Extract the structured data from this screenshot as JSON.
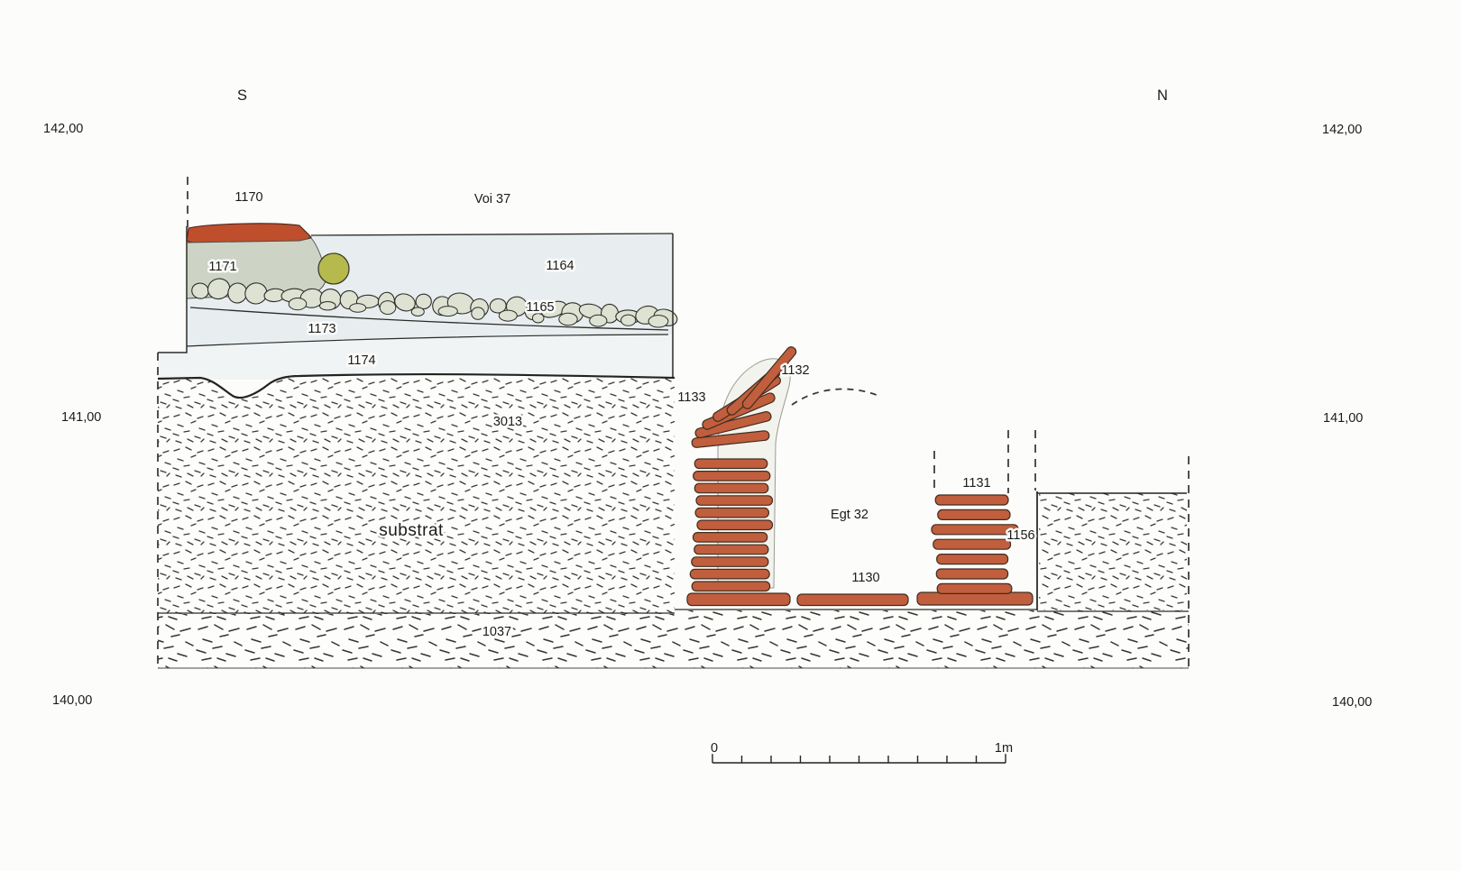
{
  "drawing": {
    "kind": "archaeological stratigraphic section",
    "orientation": {
      "south": "S",
      "north": "N"
    }
  },
  "elevations": {
    "left": [
      "142,00",
      "141,00",
      "140,00"
    ],
    "right": [
      "142,00",
      "141,00",
      "140,00"
    ]
  },
  "unit_labels": {
    "u1170": "1170",
    "voi37": "Voi 37",
    "u1171": "1171",
    "u1164": "1164",
    "u1165": "1165",
    "u1173": "1173",
    "u1174": "1174",
    "u3013": "3013",
    "substrat": "substrat",
    "u1037": "1037",
    "u1133": "1133",
    "u1132": "1132",
    "egt32": "Egt 32",
    "u1130": "1130",
    "u1131": "1131",
    "u1156": "1156"
  },
  "scale_bar": {
    "zero": "0",
    "one_meter": "1m"
  },
  "colors": {
    "layer_light": "#e8edf0",
    "layer_pale": "#f1f4f5",
    "gray_green": "#cdd3c5",
    "red_band": "#bf4e2c",
    "brick": "#c15e3e",
    "brick_stroke": "#402e1e",
    "cobble": "#dde2d2",
    "cobble_stroke": "#2e2e2a",
    "olive": "#b6ba4d",
    "line": "#2c2c28"
  }
}
